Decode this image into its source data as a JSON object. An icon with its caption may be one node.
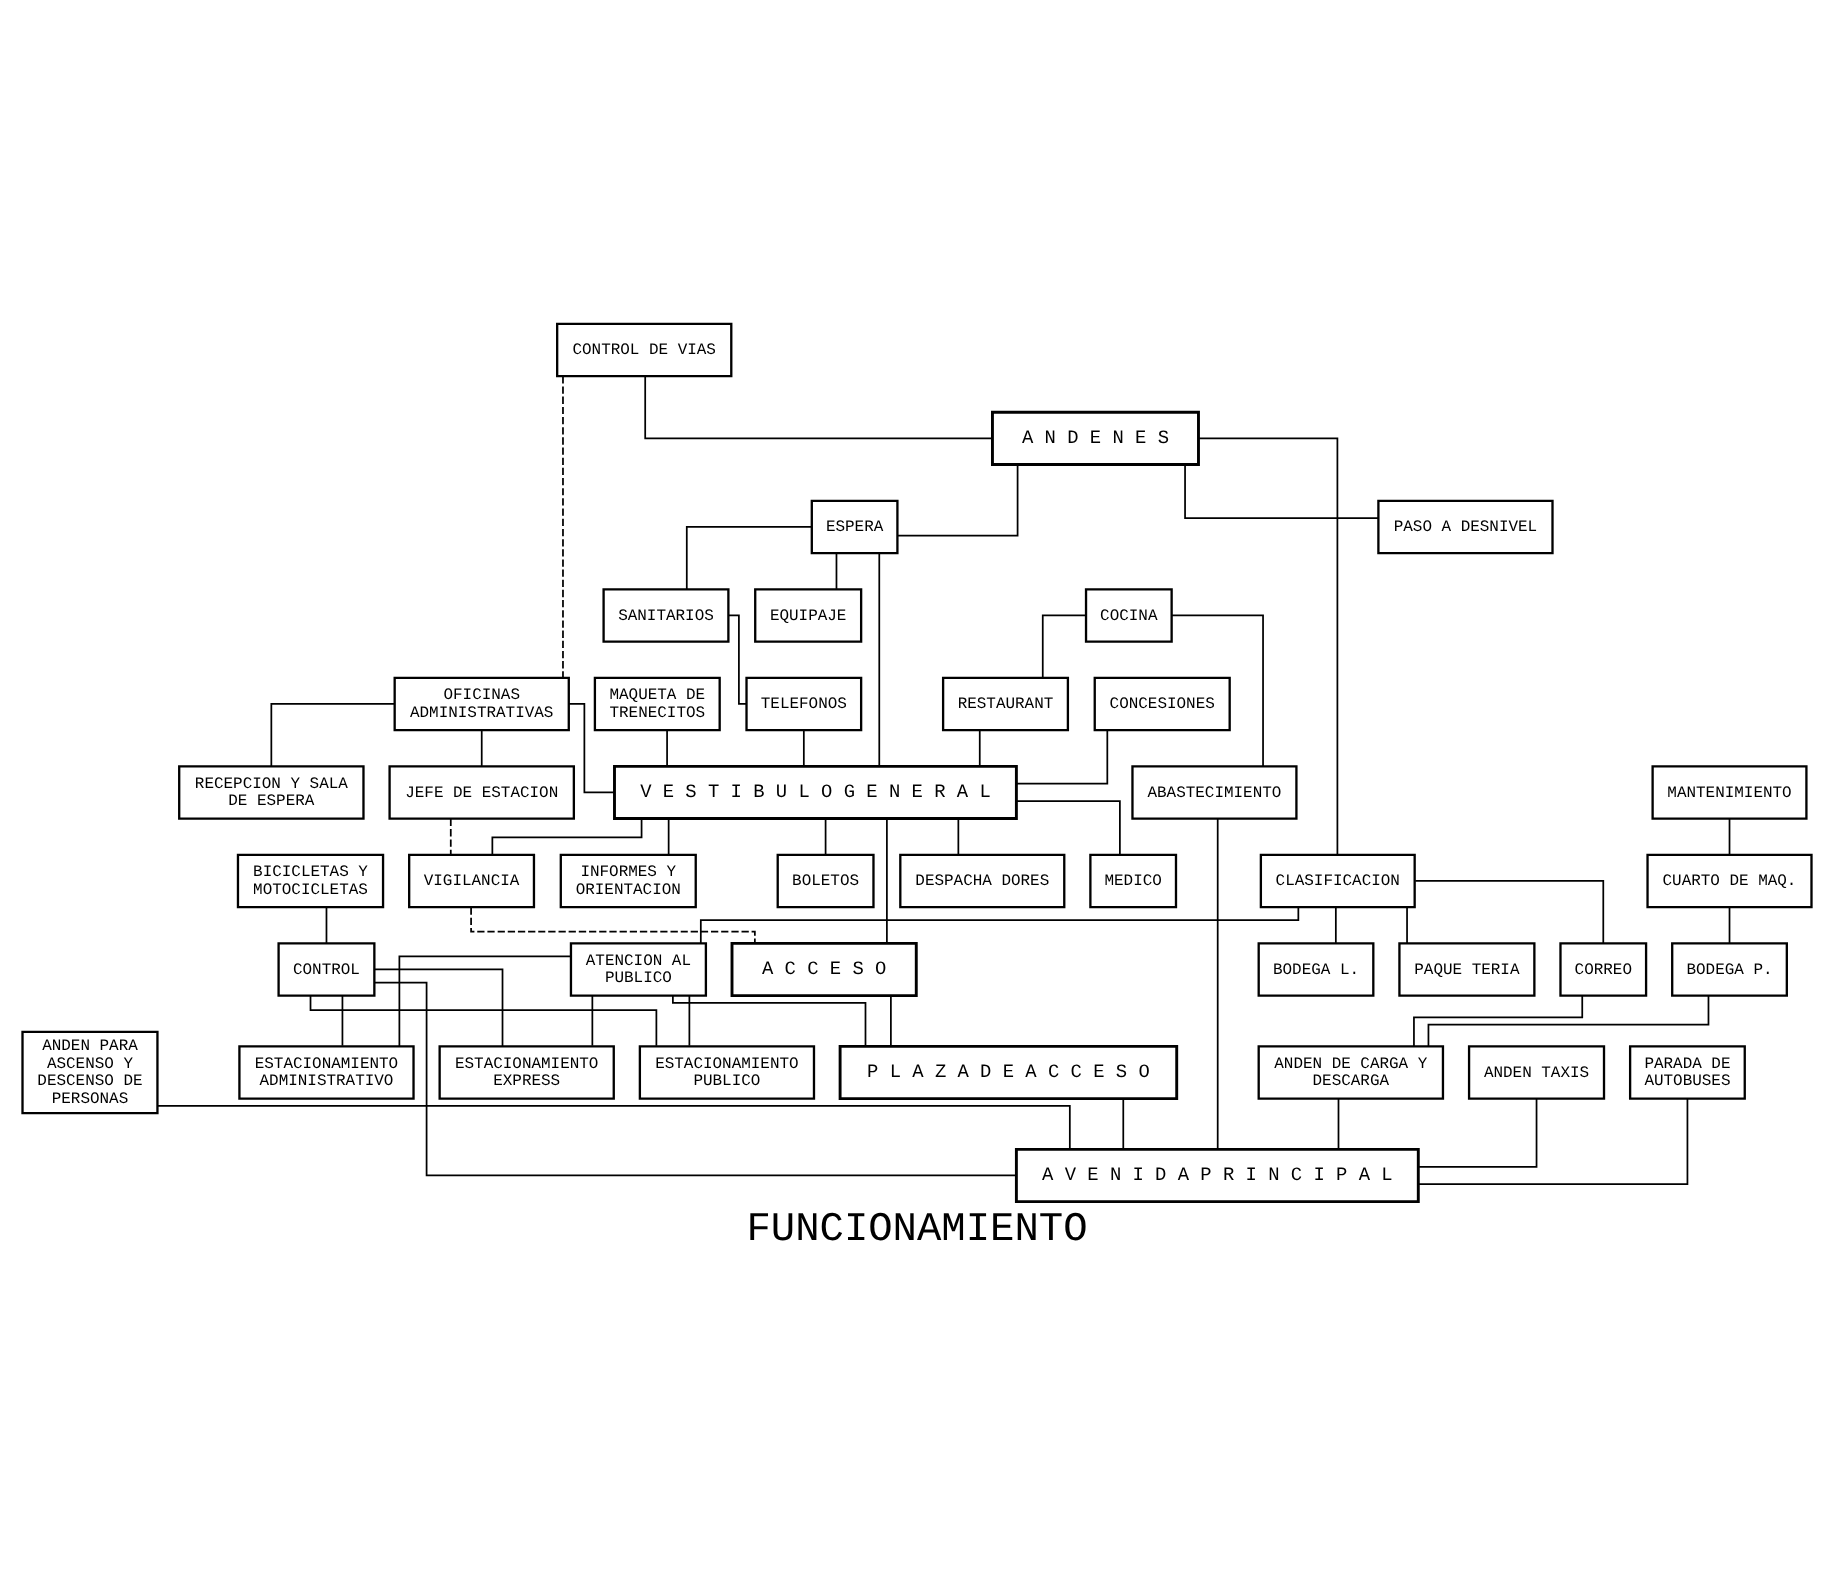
{
  "diagram": {
    "title": "FUNCIONAMIENTO",
    "nodes": [
      {
        "text": [
          "CONTROL DE VIAS"
        ]
      },
      {
        "text": [
          "A N D E N E S"
        ]
      },
      {
        "text": [
          "PASO A DESNIVEL"
        ]
      },
      {
        "text": [
          "ESPERA"
        ]
      },
      {
        "text": [
          "EQUIPAJE"
        ]
      },
      {
        "text": [
          "COCINA"
        ]
      },
      {
        "text": [
          "RESTAURANT"
        ]
      },
      {
        "text": [
          "SANITARIOS"
        ]
      },
      {
        "text": [
          "MANTENIMIENTO"
        ]
      },
      {
        "text": [
          "ABASTECIMIENTO"
        ]
      },
      {
        "text": [
          "CONCESIONES"
        ]
      },
      {
        "text": [
          "TELEFONOS"
        ]
      },
      {
        "text": [
          "CUARTO DE MAQ."
        ]
      },
      {
        "text": [
          "MAQUETA DE TRENECITOS"
        ]
      },
      {
        "text": [
          "BOLETOS"
        ]
      },
      {
        "text": [
          "CLASIFICACION"
        ]
      },
      {
        "text": [
          "DESPACHA DORES"
        ]
      },
      {
        "text": [
          "BODEGA L."
        ]
      },
      {
        "text": [
          "BODEGA P."
        ]
      },
      {
        "text": [
          "OFICINAS ADMINISTRATIVAS"
        ]
      },
      {
        "text": [
          "V E S T I B U L O G E N E R A L"
        ]
      },
      {
        "text": [
          "MEDICO"
        ]
      },
      {
        "text": [
          "CORREO"
        ]
      },
      {
        "text": [
          "ANDEN DE CARGA Y DESCARGA"
        ]
      },
      {
        "text": [
          "RECEPCION Y SALA DE ESPERA"
        ]
      },
      {
        "text": [
          "JEFE DE ESTACION"
        ]
      },
      {
        "text": [
          "PAQUE TERIA"
        ]
      },
      {
        "text": [
          "INFORMES Y ORIENTACION"
        ]
      },
      {
        "text": [
          "VIGILANCIA"
        ]
      },
      {
        "text": [
          "ATENCION AL PUBLICO"
        ]
      },
      {
        "text": [
          "A C C E S O"
        ]
      },
      {
        "text": [
          "ANDEN TAXIS"
        ]
      },
      {
        "text": [
          "PARADA DE AUTOBUSES"
        ]
      },
      {
        "text": [
          "ESTACIONAMIENTO EXPRESS"
        ]
      },
      {
        "text": [
          "BICICLETAS Y MOTOCICLETAS"
        ]
      },
      {
        "text": [
          "ESTACIONAMIENTO PUBLICO"
        ]
      },
      {
        "text": [
          "ANDEN PARA ASCENSO Y DESCENSO DE PERSONAS"
        ]
      },
      {
        "text": [
          "P L A Z A D E A C C E S O"
        ]
      },
      {
        "text": [
          "CONTROL"
        ]
      },
      {
        "text": [
          "ESTACIONAMIENTO ADMINISTRATIVO"
        ]
      },
      {
        "text": [
          "A V E N I D A P R I N C I P A L"
        ]
      }
    ],
    "edges": [
      {
        "from": 0,
        "to": 1,
        "arrow": "none"
      },
      {
        "from": 1,
        "to": 2,
        "arrow": "none"
      },
      {
        "from": 1,
        "to": 3,
        "arrow": "none"
      },
      {
        "from": 3,
        "to": 4,
        "arrow": "none"
      },
      {
        "from": 3,
        "to": 7,
        "arrow": "none"
      },
      {
        "from": 1,
        "to": 15,
        "arrow": "none"
      },
      {
        "from": 5,
        "to": 6,
        "arrow": "none"
      },
      {
        "from": 5,
        "to": 9,
        "arrow": "none"
      },
      {
        "from": 6,
        "to": 20,
        "arrow": "none"
      },
      {
        "from": 3,
        "to": 20,
        "arrow": "none"
      },
      {
        "from": 7,
        "to": 11,
        "arrow": "none"
      },
      {
        "from": 10,
        "to": 20,
        "arrow": "none"
      },
      {
        "from": 11,
        "to": 20,
        "arrow": "none"
      },
      {
        "from": 8,
        "to": 12,
        "arrow": "none"
      },
      {
        "from": 12,
        "to": 18,
        "arrow": "none"
      },
      {
        "from": 0,
        "to": 19,
        "arrow": "none",
        "style": "dashed"
      },
      {
        "from": 13,
        "to": 20,
        "arrow": "none"
      },
      {
        "from": 20,
        "to": 14,
        "arrow": "none"
      },
      {
        "from": 20,
        "to": 16,
        "arrow": "none"
      },
      {
        "from": 20,
        "to": 21,
        "arrow": "none"
      },
      {
        "from": 15,
        "to": 17,
        "arrow": "none"
      },
      {
        "from": 15,
        "to": 22,
        "arrow": "none"
      },
      {
        "from": 15,
        "to": 26,
        "arrow": "none"
      },
      {
        "from": 15,
        "to": 29,
        "arrow": "none"
      },
      {
        "from": 18,
        "to": 23,
        "arrow": "none"
      },
      {
        "from": 22,
        "to": 23,
        "arrow": "none"
      },
      {
        "from": 19,
        "to": 20,
        "arrow": "none"
      },
      {
        "from": 19,
        "to": 24,
        "arrow": "none"
      },
      {
        "from": 19,
        "to": 25,
        "arrow": "none"
      },
      {
        "from": 25,
        "to": 28,
        "arrow": "none",
        "style": "dashed"
      },
      {
        "from": 20,
        "to": 28,
        "arrow": "none"
      },
      {
        "from": 28,
        "to": 30,
        "arrow": "none",
        "style": "dashed"
      },
      {
        "from": 20,
        "to": 27,
        "arrow": "none"
      },
      {
        "from": 20,
        "to": 30,
        "arrow": "none"
      },
      {
        "from": 29,
        "to": 37,
        "arrow": "none"
      },
      {
        "from": 29,
        "to": 33,
        "arrow": "none"
      },
      {
        "from": 29,
        "to": 35,
        "arrow": "none"
      },
      {
        "from": 29,
        "to": 39,
        "arrow": "none"
      },
      {
        "from": 30,
        "to": 37,
        "arrow": "none"
      },
      {
        "from": 34,
        "to": 38,
        "arrow": "none"
      },
      {
        "from": 38,
        "to": 33,
        "arrow": "none"
      },
      {
        "from": 38,
        "to": 35,
        "arrow": "none"
      },
      {
        "from": 38,
        "to": 39,
        "arrow": "none"
      },
      {
        "from": 9,
        "to": 40,
        "arrow": "none"
      },
      {
        "from": 31,
        "to": 40,
        "arrow": "none"
      },
      {
        "from": 32,
        "to": 40,
        "arrow": "none"
      },
      {
        "from": 36,
        "to": 40,
        "arrow": "none"
      },
      {
        "from": 37,
        "to": 40,
        "arrow": "none"
      },
      {
        "from": 38,
        "to": 40,
        "arrow": "none"
      },
      {
        "from": 23,
        "to": 40,
        "arrow": "none"
      }
    ]
  }
}
